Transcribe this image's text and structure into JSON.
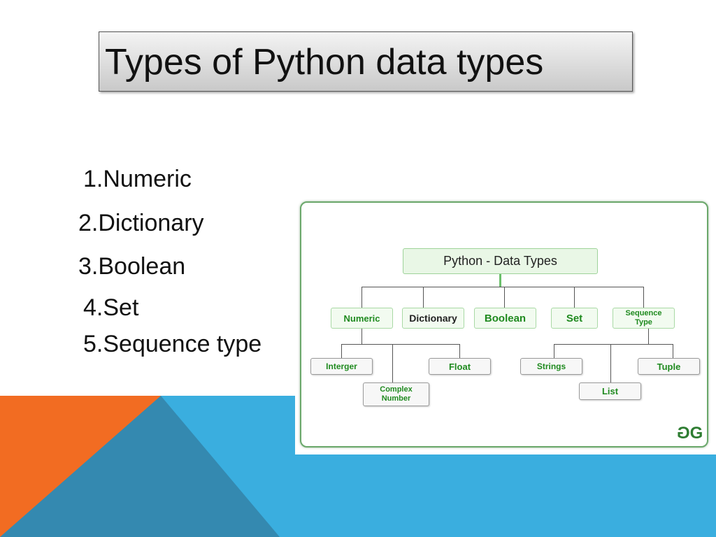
{
  "slide": {
    "title": "Types of Python data types",
    "list": [
      "1.Numeric",
      "2.Dictionary",
      "3.Boolean",
      "4.Set",
      "5.Sequence type"
    ]
  },
  "diagram": {
    "root": "Python - Data Types",
    "level1": [
      "Numeric",
      "Dictionary",
      "Boolean",
      "Set",
      "Sequence\nType"
    ],
    "numeric_children": [
      "Interger",
      "Complex\nNumber",
      "Float"
    ],
    "sequence_children": [
      "Strings",
      "List",
      "Tuple"
    ],
    "logo": "GG"
  },
  "colors": {
    "orange": "#f26c22",
    "blue": "#3aaedf",
    "dark_blue": "#3489b0",
    "green": "#1f8a1f"
  }
}
